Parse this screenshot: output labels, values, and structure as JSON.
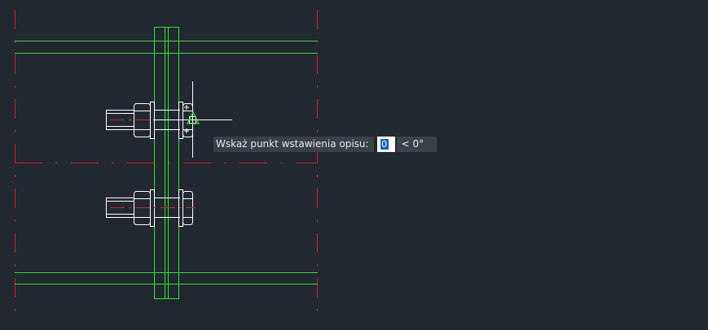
{
  "colors": {
    "background": "#212830",
    "structure": "#33e033",
    "axis": "#d42020",
    "geometry": "#ffffff",
    "tooltip_bg": "#3b4149",
    "tooltip_text": "#e6e6e6",
    "selection": "#1864c8"
  },
  "dynamic_input": {
    "prompt": "Wskaż punkt wstawienia opisu:",
    "value": "0",
    "angle": "< 0°"
  },
  "icons": {
    "cursor": "crosshair-cursor-icon",
    "snap": "snap-triangle-icon"
  }
}
